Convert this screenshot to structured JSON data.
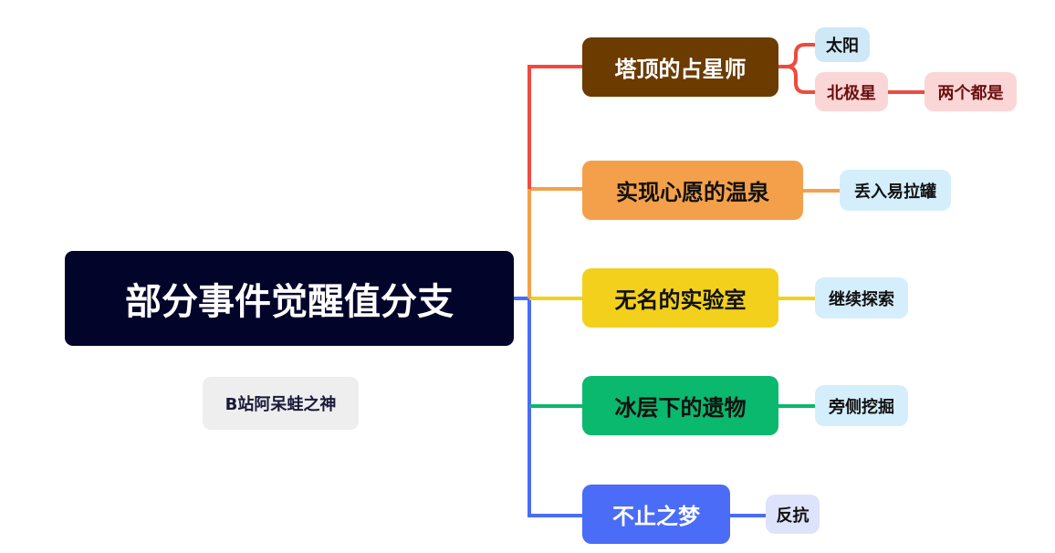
{
  "root": {
    "label": "部分事件觉醒值分支"
  },
  "watermark": {
    "label": "B站阿呆蛙之神"
  },
  "branches": [
    {
      "label": "塔顶的占星师",
      "color": "#6b3b00",
      "line": "#ef4a3f",
      "children": [
        "太阳",
        "北极星"
      ],
      "grandchild": "两个都是"
    },
    {
      "label": "实现心愿的温泉",
      "color": "#f4a04a",
      "line": "#f4a04a",
      "children": [
        "丢入易拉罐"
      ]
    },
    {
      "label": "无名的实验室",
      "color": "#f2d01c",
      "line": "#f2d01c",
      "children": [
        "继续探索"
      ]
    },
    {
      "label": "冰层下的遗物",
      "color": "#0ab86e",
      "line": "#0ab86e",
      "children": [
        "旁侧挖掘"
      ]
    },
    {
      "label": "不止之梦",
      "color": "#4a6cf7",
      "line": "#4a6cf7",
      "children": [
        "反抗"
      ]
    }
  ]
}
